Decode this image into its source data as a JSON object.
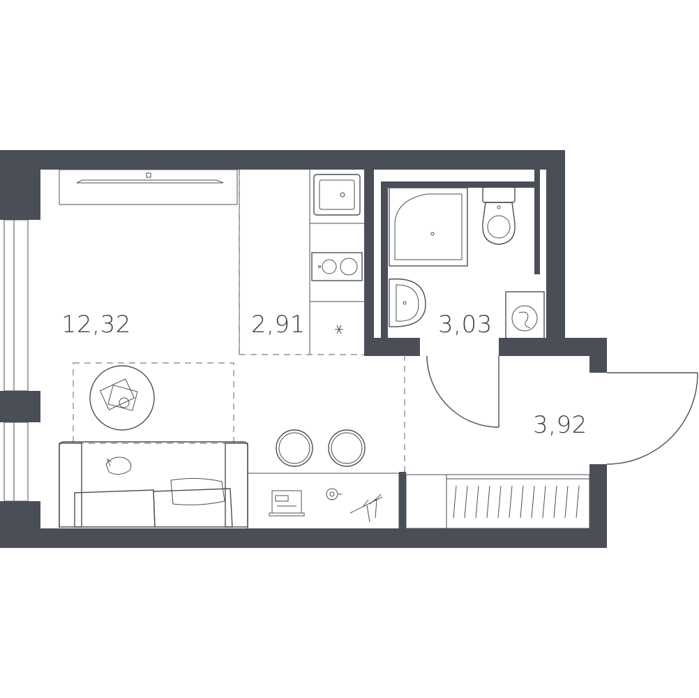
{
  "colors": {
    "wall": "#4a4e57",
    "line": "#4a4e57",
    "dash": "#7a7f88",
    "text": "#3d4049",
    "background": "#ffffff"
  },
  "rooms": {
    "living_room": {
      "area": "12,32"
    },
    "kitchen": {
      "area": "2,91"
    },
    "bathroom": {
      "area": "3,03"
    },
    "hallway": {
      "area": "3,92"
    }
  },
  "icons": [
    "window",
    "tv-unit",
    "sink",
    "cooktop",
    "fridge",
    "shower",
    "toilet",
    "washbasin",
    "washing-machine",
    "round-table",
    "bar-stool",
    "sofa",
    "cushion",
    "laptop",
    "plant",
    "wardrobe",
    "door"
  ]
}
